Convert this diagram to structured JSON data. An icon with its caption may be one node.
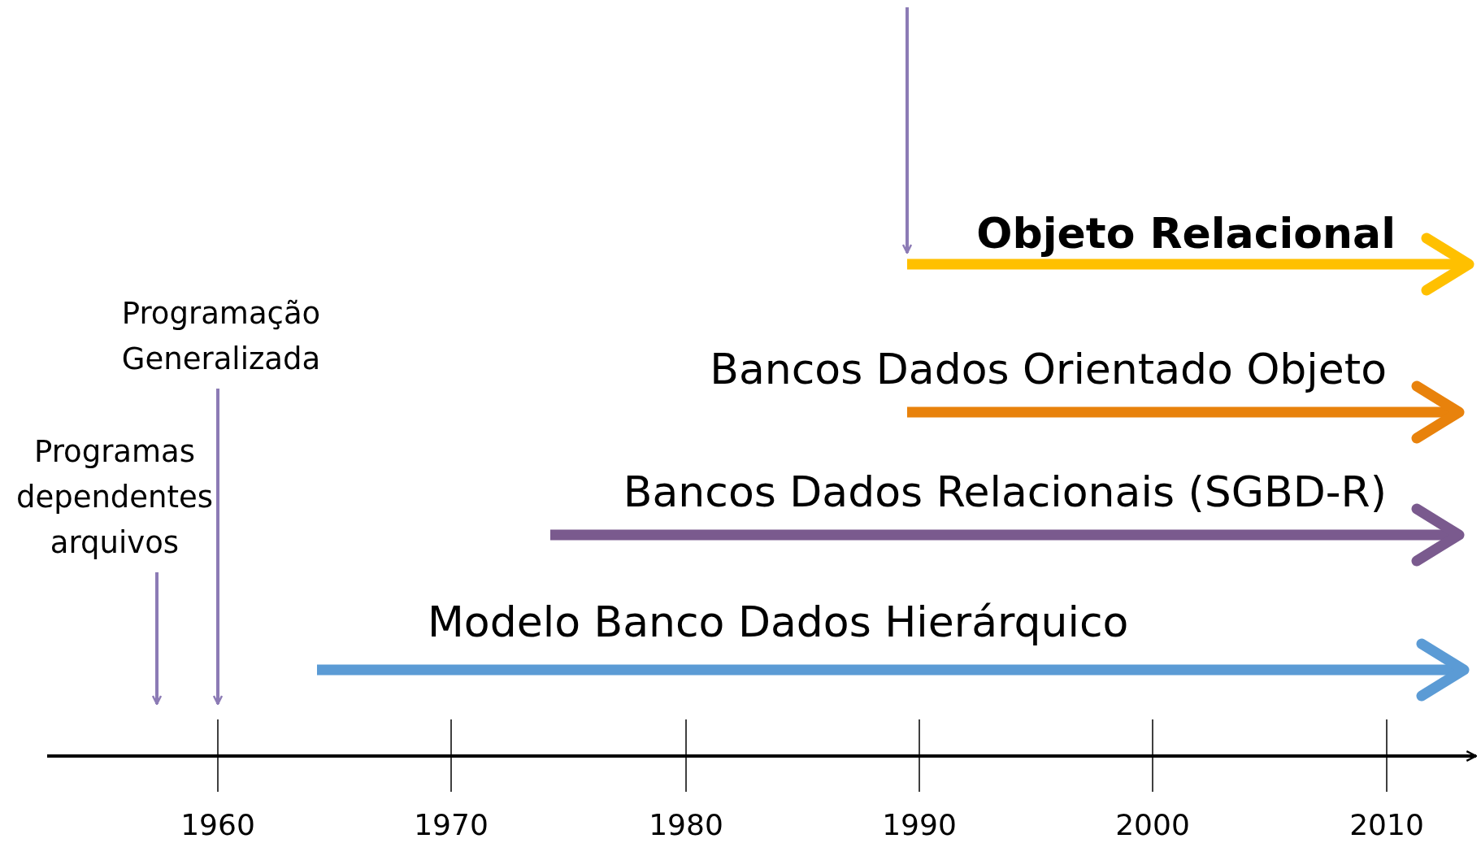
{
  "diagram": {
    "nodes": [
      {
        "text": [
          "Programas dependentes arquivos"
        ]
      },
      {
        "text": [
          "Programação Generalizada"
        ]
      }
    ],
    "edges": [
      {
        "from": 0,
        "to": null,
        "arrow": "to"
      },
      {
        "from": 1,
        "to": null,
        "arrow": "to"
      }
    ],
    "labels": [
      "Objeto Relacional",
      "Bancos Dados Orientado Objeto",
      "Bancos Dados Relacionais (SGBD-R)",
      "Modelo Banco Dados Hierárquico",
      "1960",
      "1970",
      "1980",
      "1990",
      "2000",
      "2010"
    ]
  }
}
